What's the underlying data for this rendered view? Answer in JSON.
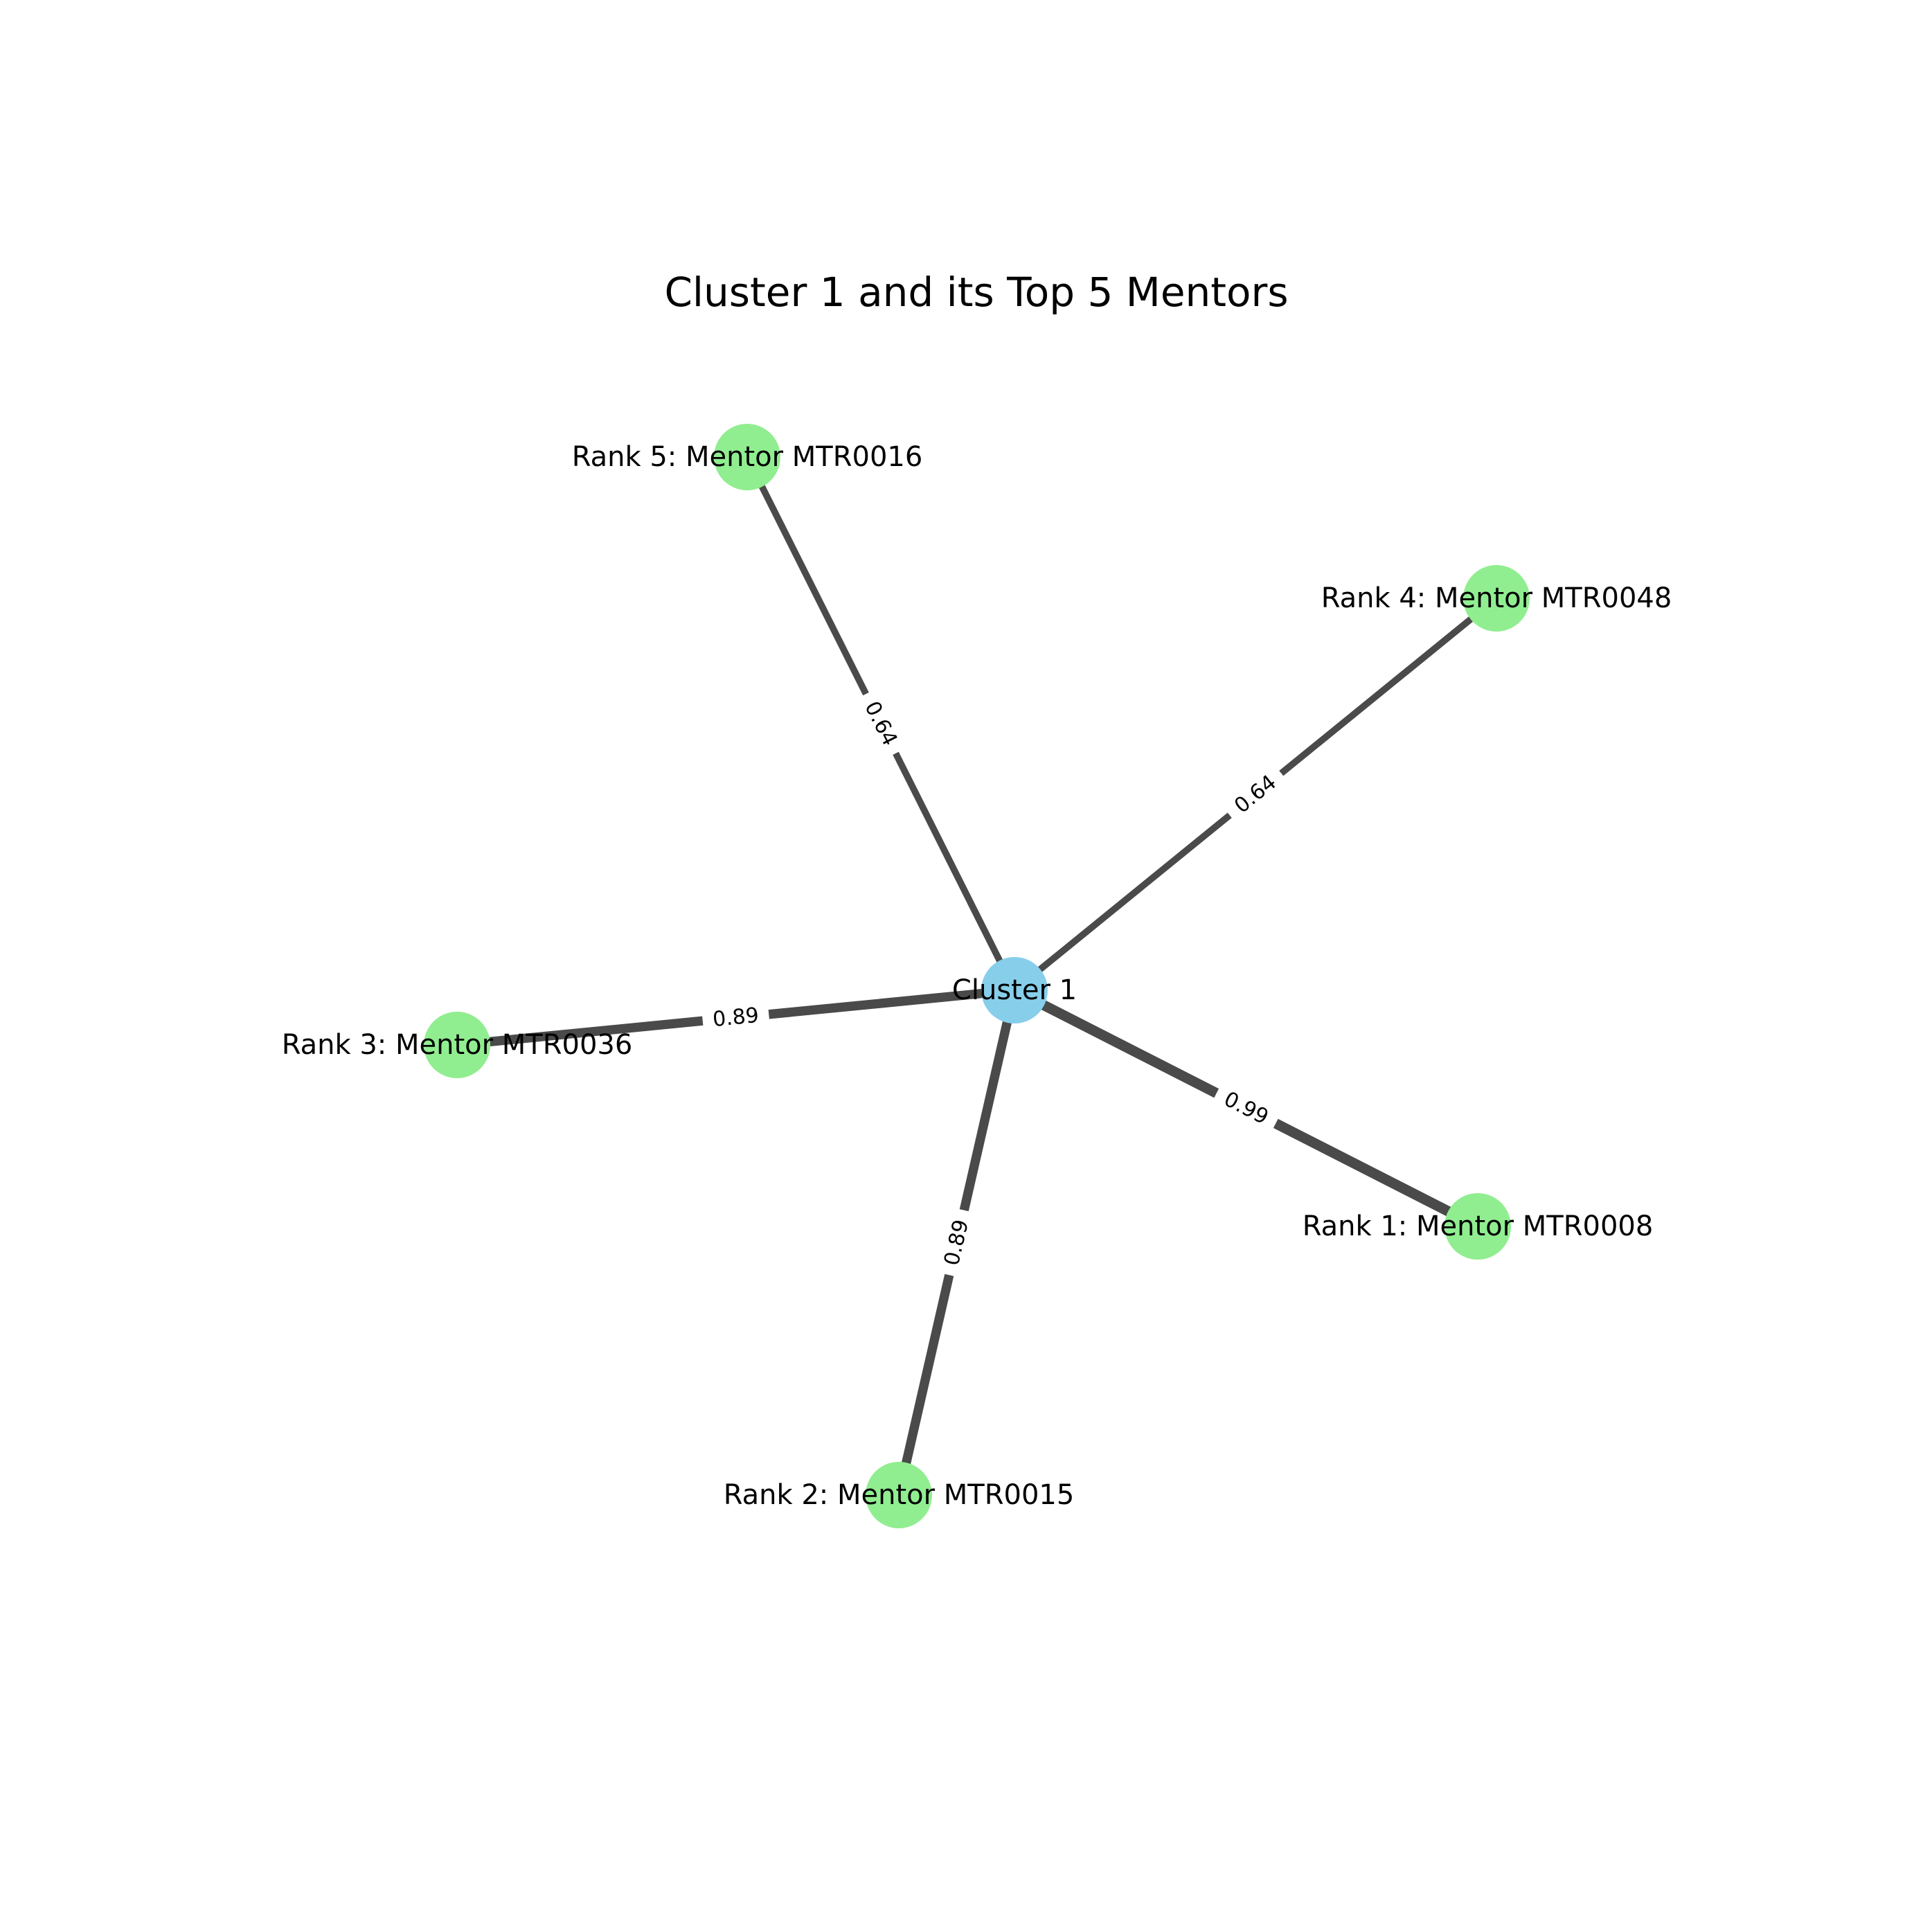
{
  "title": "Cluster 1 and its Top 5 Mentors",
  "colors": {
    "cluster_node": "#87ceeb",
    "mentor_node": "#90ee90",
    "edge": "#4a4a4a",
    "label_background": "#ffffff"
  },
  "center": {
    "id": "cluster-1",
    "label": "Cluster 1"
  },
  "mentors": [
    {
      "id": "mtr0008",
      "label": "Rank 1: Mentor MTR0008",
      "weight": "0.99"
    },
    {
      "id": "mtr0015",
      "label": "Rank 2: Mentor MTR0015",
      "weight": "0.89"
    },
    {
      "id": "mtr0036",
      "label": "Rank 3: Mentor MTR0036",
      "weight": "0.89"
    },
    {
      "id": "mtr0048",
      "label": "Rank 4: Mentor MTR0048",
      "weight": "0.64"
    },
    {
      "id": "mtr0016",
      "label": "Rank 5: Mentor MTR0016",
      "weight": "0.64"
    }
  ]
}
